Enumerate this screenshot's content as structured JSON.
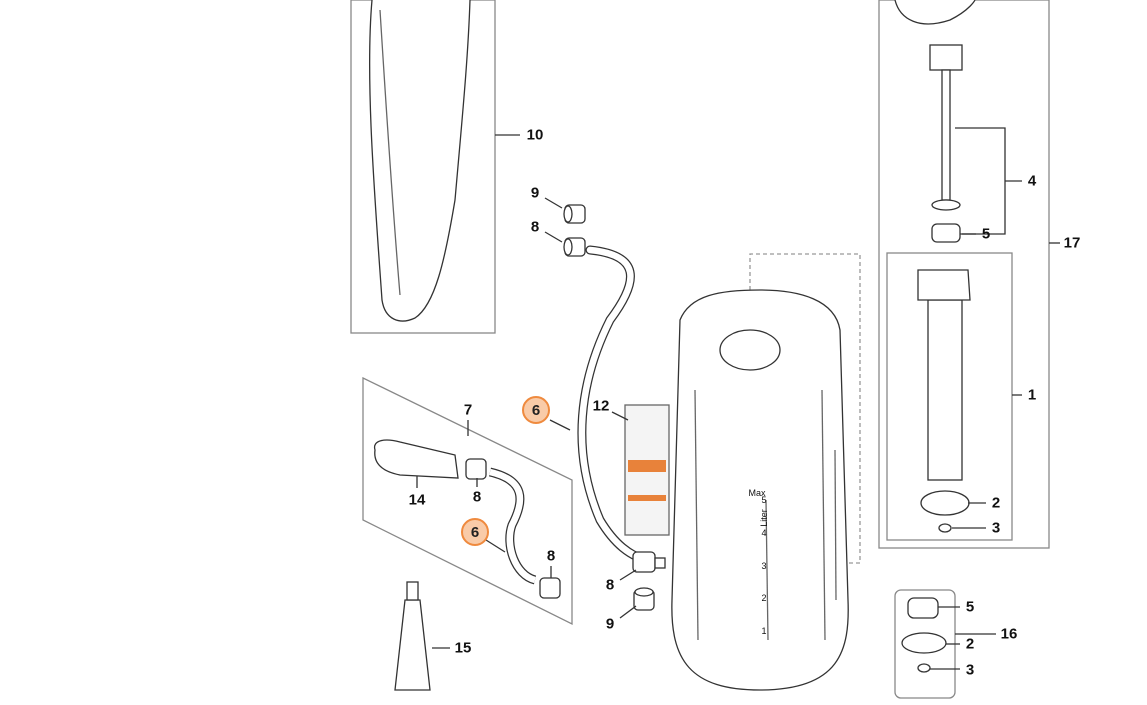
{
  "diagram": {
    "highlight_color": "#ef8a3e",
    "highlight_fill": "#f9cba8",
    "callouts": {
      "c10": "10",
      "c9a": "9",
      "c8a": "8",
      "c6a": "6",
      "c12": "12",
      "c7": "7",
      "c14": "14",
      "c8b": "8",
      "c6b": "6",
      "c8c": "8",
      "c8d": "8",
      "c9b": "9",
      "c15": "15",
      "c4": "4",
      "c5a": "5",
      "c17": "17",
      "c1": "1",
      "c2a": "2",
      "c3a": "3",
      "c5b": "5",
      "c2b": "2",
      "c16": "16",
      "c3b": "3"
    },
    "tank_scale": {
      "max": "Max",
      "liter": "Liter",
      "marks": [
        "5",
        "4",
        "3",
        "2",
        "1"
      ]
    }
  }
}
